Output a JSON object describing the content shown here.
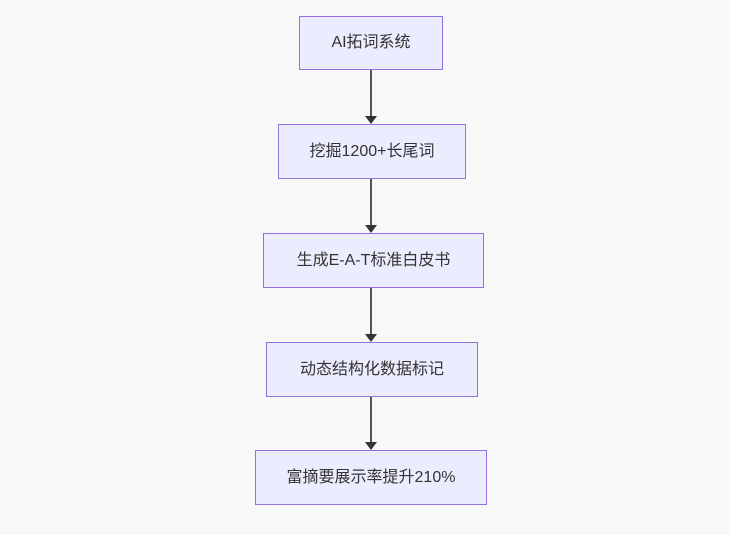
{
  "diagram": {
    "type": "flowchart-vertical",
    "colors": {
      "background": "#f8f8f8",
      "node_fill": "#ECECFF",
      "node_border": "#9370DB",
      "text": "#333333",
      "arrow": "#333333"
    },
    "nodes": [
      {
        "id": "node-ai-keyword-system",
        "label": "AI拓词系统"
      },
      {
        "id": "node-longtail-mining",
        "label": "挖掘1200+长尾词"
      },
      {
        "id": "node-eat-whitepaper",
        "label": "生成E-A-T标准白皮书"
      },
      {
        "id": "node-structured-data-markup",
        "label": "动态结构化数据标记"
      },
      {
        "id": "node-rich-snippet-result",
        "label": "富摘要展示率提升210%"
      }
    ],
    "edges": [
      {
        "from": 0,
        "to": 1,
        "style": "arrow-down"
      },
      {
        "from": 1,
        "to": 2,
        "style": "arrow-down"
      },
      {
        "from": 2,
        "to": 3,
        "style": "arrow-down"
      },
      {
        "from": 3,
        "to": 4,
        "style": "arrow-down"
      }
    ]
  }
}
